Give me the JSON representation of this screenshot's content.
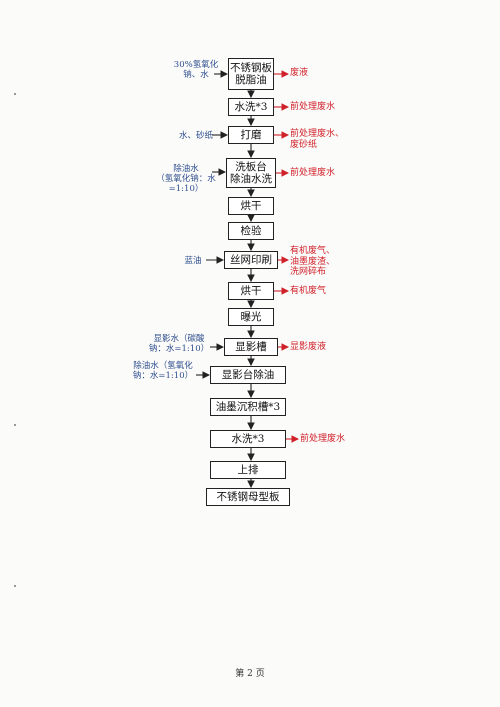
{
  "steps": [
    {
      "id": "s1",
      "label": "不锈钢板\n脱脂油"
    },
    {
      "id": "s2",
      "label": "水洗*3"
    },
    {
      "id": "s3",
      "label": "打磨"
    },
    {
      "id": "s4",
      "label": "洗板台\n除油水洗"
    },
    {
      "id": "s5",
      "label": "烘干"
    },
    {
      "id": "s6",
      "label": "检验"
    },
    {
      "id": "s7",
      "label": "丝网印刷"
    },
    {
      "id": "s8",
      "label": "烘干"
    },
    {
      "id": "s9",
      "label": "曝光"
    },
    {
      "id": "s10",
      "label": "显影槽"
    },
    {
      "id": "s11",
      "label": "显影台除油"
    },
    {
      "id": "s12",
      "label": "油墨沉积槽*3"
    },
    {
      "id": "s13",
      "label": "水洗*3"
    },
    {
      "id": "s14",
      "label": "上排"
    },
    {
      "id": "s15",
      "label": "不锈钢母型板"
    }
  ],
  "inputs": [
    {
      "id": "i1",
      "label": "30%氢氧化\n钠、水"
    },
    {
      "id": "i3",
      "label": "水、砂纸"
    },
    {
      "id": "i4",
      "label": "除油水\n（氢氧化钠：水=1:10）"
    },
    {
      "id": "i7",
      "label": "蓝油"
    },
    {
      "id": "i10",
      "label": "显影水（碳酸\n钠：水=1:10）"
    },
    {
      "id": "i11",
      "label": "除油水（氢氧化\n钠：水=1:10）"
    }
  ],
  "outputs": [
    {
      "id": "o1",
      "label": "废液"
    },
    {
      "id": "o2",
      "label": "前处理废水"
    },
    {
      "id": "o3",
      "label": "前处理废水、\n废砂纸"
    },
    {
      "id": "o4",
      "label": "前处理废水"
    },
    {
      "id": "o7",
      "label": "有机废气、\n油墨废渣、\n洗网碎布"
    },
    {
      "id": "o8",
      "label": "有机废气"
    },
    {
      "id": "o10",
      "label": "显影废液"
    },
    {
      "id": "o13",
      "label": "前处理废水"
    }
  ],
  "footer": "第 2 页"
}
